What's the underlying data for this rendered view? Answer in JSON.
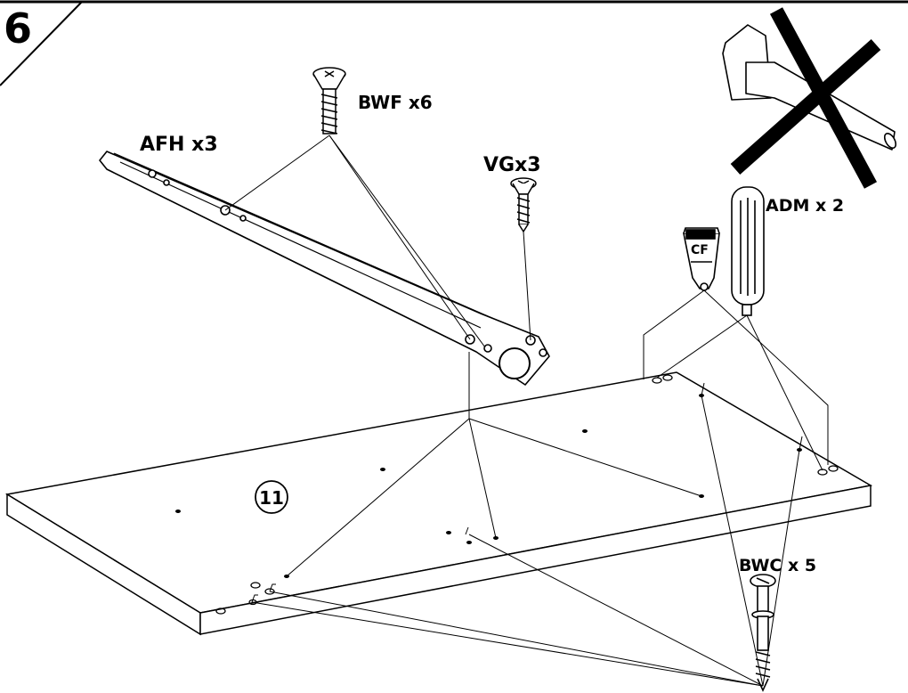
{
  "step": {
    "number": "6"
  },
  "parts": {
    "bwf": {
      "label": "BWF x6"
    },
    "afh": {
      "label": "AFH x3"
    },
    "vg": {
      "label": "VGx3"
    },
    "adm": {
      "label": "ADM x 2"
    },
    "cf": {
      "label": "CF"
    },
    "bwc": {
      "label": "BWC x 5"
    },
    "panel": {
      "number": "11"
    }
  },
  "warning": {
    "icon": "no-hammer-icon"
  },
  "colors": {
    "ink": "#000000",
    "paper": "#ffffff"
  }
}
